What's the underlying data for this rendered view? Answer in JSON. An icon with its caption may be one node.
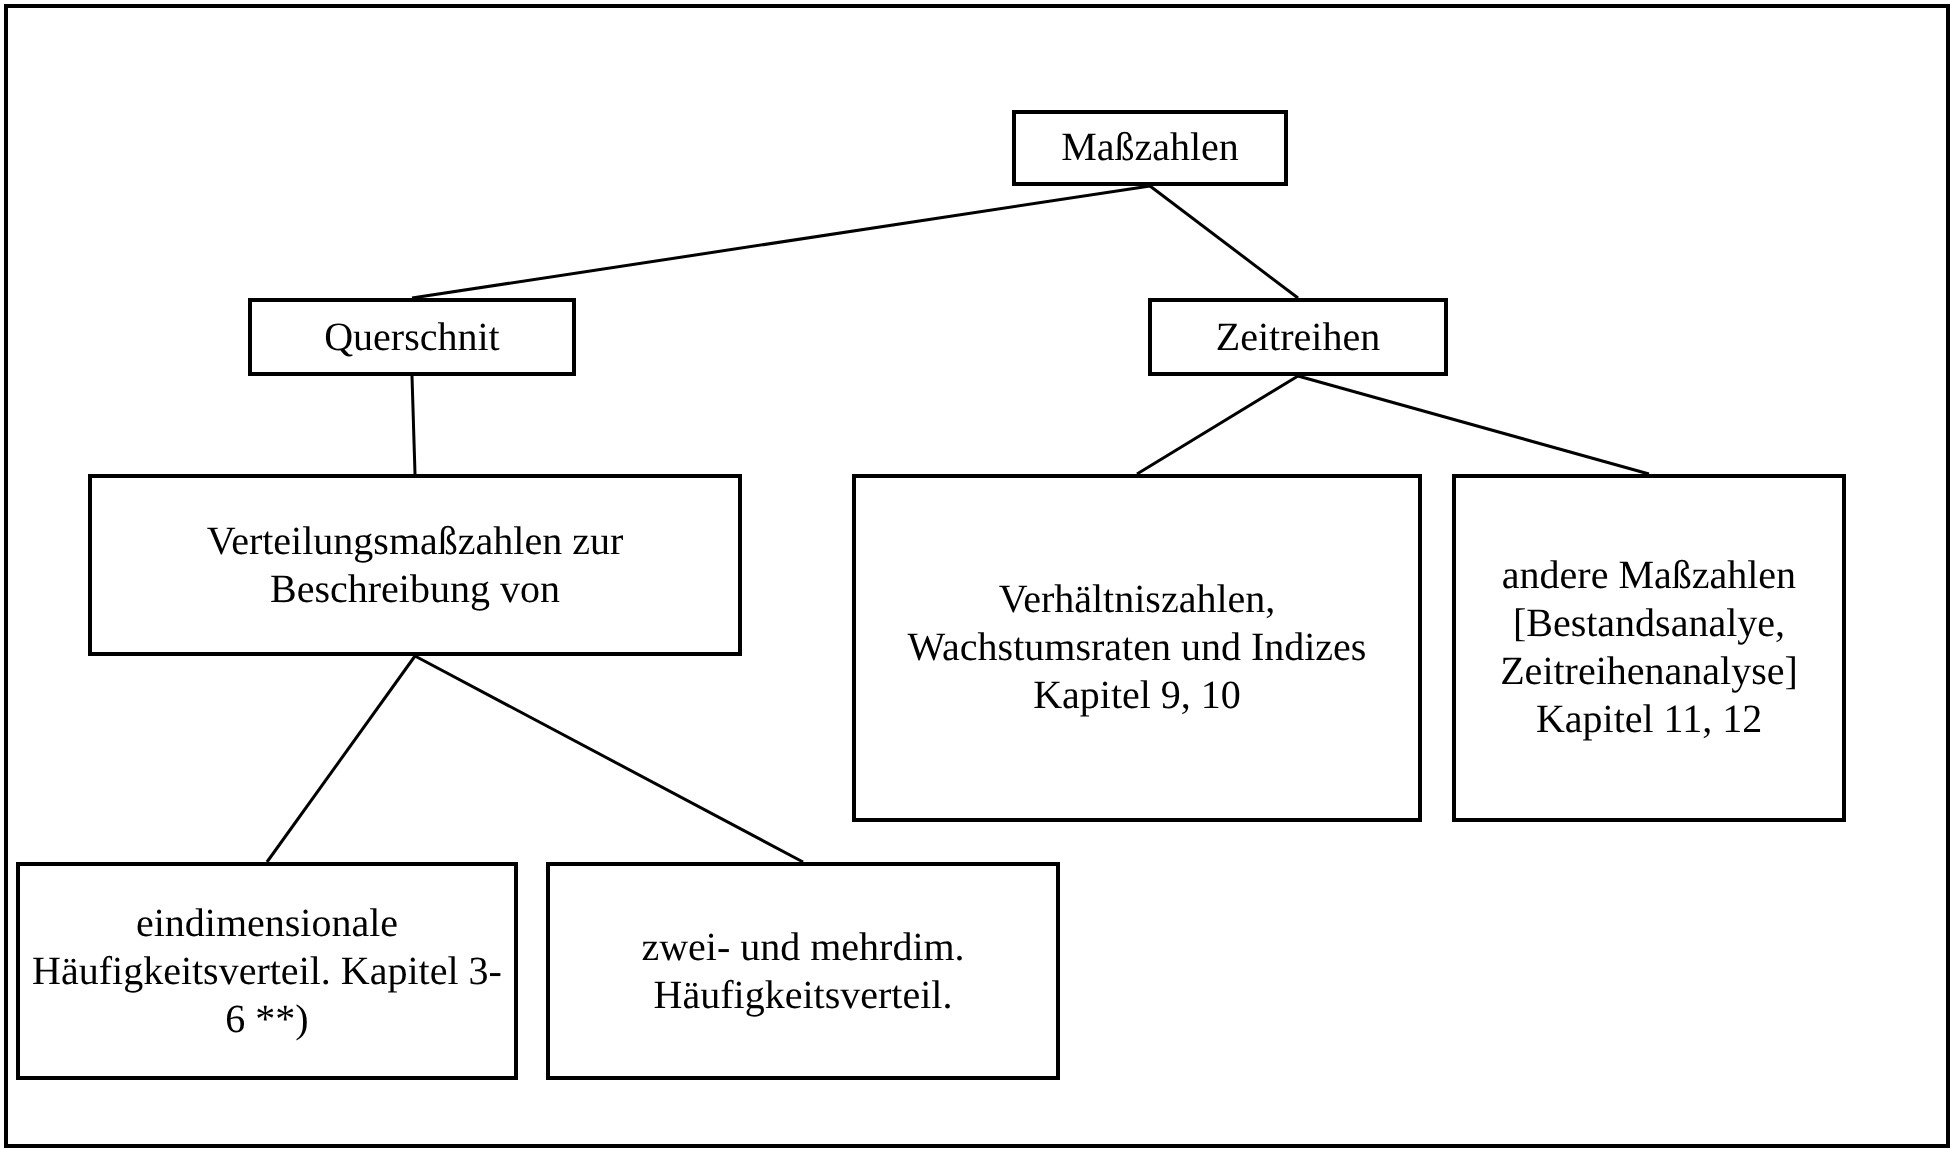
{
  "diagram": {
    "nodes": [
      {
        "text": [
          "Maßzahlen"
        ]
      },
      {
        "text": [
          "Querschnit"
        ]
      },
      {
        "text": [
          "Zeitreihen"
        ]
      },
      {
        "text": [
          "Verteilungsmaßzahlen zur Beschreibung von"
        ]
      },
      {
        "text": [
          "Verhältniszahlen, Wachstumsraten und Indizes Kapitel 9, 10"
        ]
      },
      {
        "text": [
          "andere Maßzahlen [Bestandsanalye, Zeitreihenanalyse] Kapitel 11, 12"
        ]
      },
      {
        "text": [
          "eindimensionale Häufigkeitsverteil. Kapitel 3-6 **)"
        ]
      },
      {
        "text": [
          "zwei- und mehrdim. Häufigkeitsverteil."
        ]
      }
    ],
    "edges": [
      {
        "from": 0,
        "to": 1,
        "arrow": "none"
      },
      {
        "from": 0,
        "to": 2,
        "arrow": "none"
      },
      {
        "from": 1,
        "to": 3,
        "arrow": "none"
      },
      {
        "from": 2,
        "to": 4,
        "arrow": "none"
      },
      {
        "from": 2,
        "to": 5,
        "arrow": "none"
      },
      {
        "from": 3,
        "to": 6,
        "arrow": "none"
      },
      {
        "from": 3,
        "to": 7,
        "arrow": "none"
      }
    ]
  }
}
